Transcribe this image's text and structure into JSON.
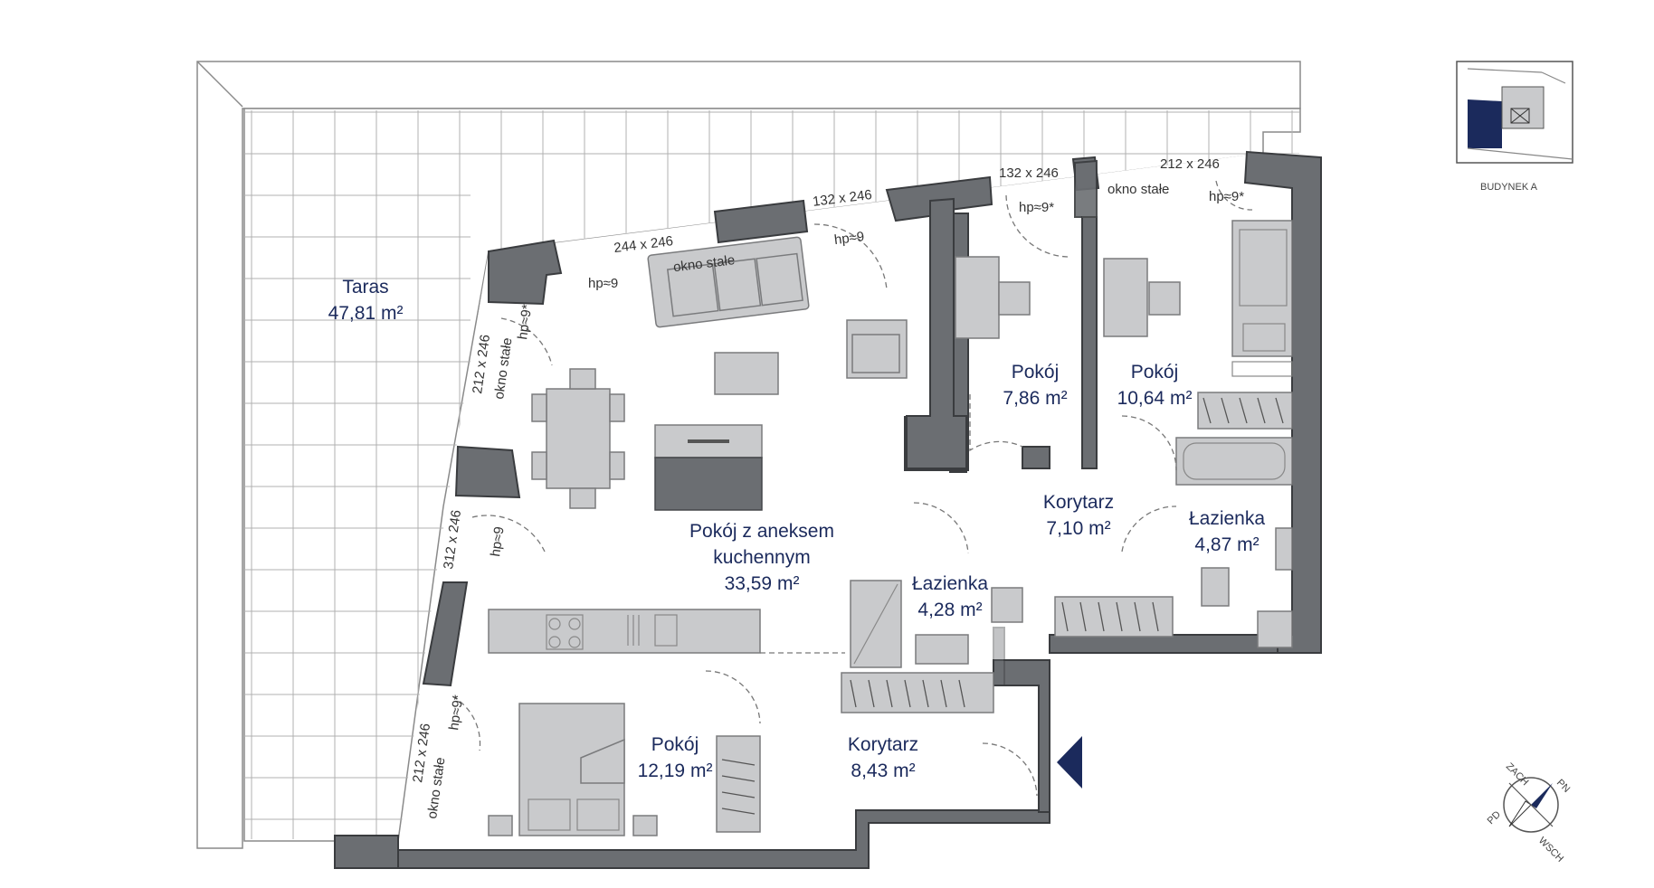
{
  "rooms": {
    "terrace": {
      "name": "Taras",
      "area": "47,81 m²"
    },
    "living": {
      "name_line1": "Pokój z aneksem",
      "name_line2": "kuchennym",
      "area": "33,59 m²"
    },
    "room1": {
      "name": "Pokój",
      "area": "7,86 m²"
    },
    "room2": {
      "name": "Pokój",
      "area": "10,64 m²"
    },
    "corridor1": {
      "name": "Korytarz",
      "area": "7,10 m²"
    },
    "bath1": {
      "name": "Łazienka",
      "area": "4,87 m²"
    },
    "bath2": {
      "name": "Łazienka",
      "area": "4,28 m²"
    },
    "room3": {
      "name": "Pokój",
      "area": "12,19 m²"
    },
    "corridor2": {
      "name": "Korytarz",
      "area": "8,43 m²"
    }
  },
  "windows": {
    "w1": "244 x 246",
    "w2": "132 x 246",
    "w3": "132 x 246",
    "w4": "212 x 246",
    "w5": "212 x 246",
    "w6": "312 x 246",
    "w7": "212 x 246",
    "fixed": "okno stałe",
    "hp9": "hp≈9",
    "hp9star": "hp≈9*"
  },
  "legend": {
    "building": "BUDYNEK A"
  },
  "compass": {
    "n": "PN",
    "e": "WSCH",
    "s": "PD",
    "w": "ZACH"
  },
  "colors": {
    "accent": "#1b2a5c",
    "wall": "#6b6e72"
  }
}
